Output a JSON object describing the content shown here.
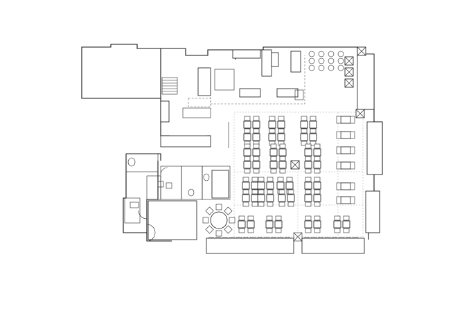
{
  "drawing": {
    "type": "restaurant-floor-plan",
    "annotations_text": [],
    "line_color": "#111111",
    "background_color": "#ffffff",
    "dashed_guides_color": "#aaaaaa"
  },
  "zones": {
    "dining_hall": {
      "table_groups_four_seat": 14,
      "round_table_seats": 8
    },
    "kitchen_bar": {
      "bar_stools": 12,
      "counters": 3
    },
    "restrooms": {
      "toilets": 3,
      "sinks": 2
    },
    "entrance": {
      "doors": 2
    }
  }
}
